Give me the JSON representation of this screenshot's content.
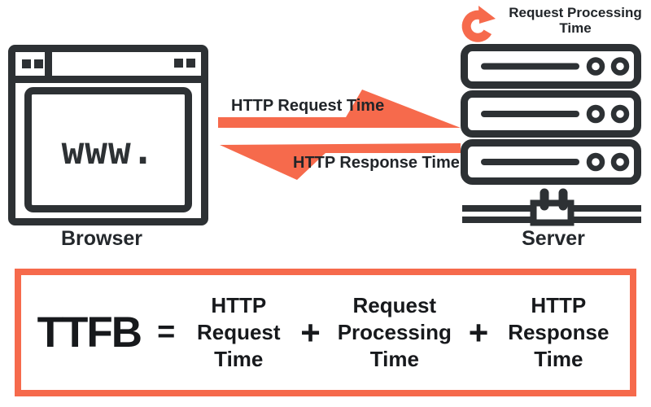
{
  "colors": {
    "accent": "#F66A4C",
    "ink": "#2D3134",
    "text": "#1F2428"
  },
  "diagram": {
    "browser": {
      "label": "Browser",
      "screen_text": "www."
    },
    "server": {
      "label": "Server"
    },
    "request_arrow_label": "HTTP Request Time",
    "response_arrow_label": "HTTP Response Time",
    "processing_label": "Request Processing Time"
  },
  "formula": {
    "result": "TTFB",
    "equals": "=",
    "plus": "+",
    "terms": [
      "HTTP Request Time",
      "Request Processing Time",
      "HTTP Response Time"
    ]
  }
}
